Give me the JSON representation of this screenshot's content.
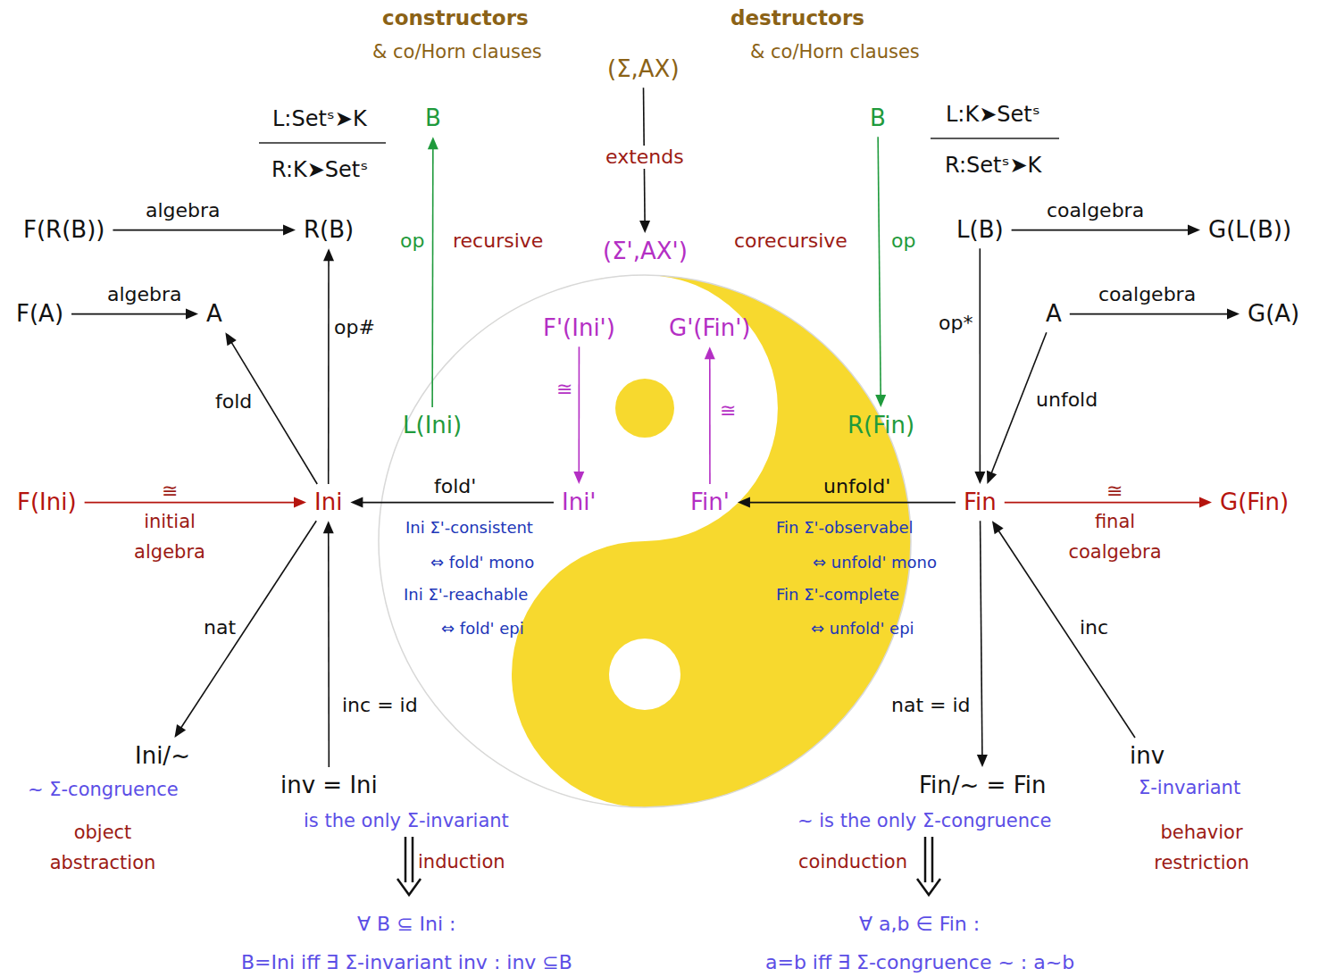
{
  "diagram": {
    "nodes": [
      {
        "text": [
          "(Σ,AX)"
        ]
      },
      {
        "text": [
          "(Σ',AX')"
        ]
      },
      {
        "text": [
          "B"
        ]
      },
      {
        "text": [
          "L(Ini)"
        ]
      },
      {
        "text": [
          "B"
        ]
      },
      {
        "text": [
          "R(Fin)"
        ]
      },
      {
        "text": [
          "F(R(B))"
        ]
      },
      {
        "text": [
          "R(B)"
        ]
      },
      {
        "text": [
          "F(A)"
        ]
      },
      {
        "text": [
          "A"
        ]
      },
      {
        "text": [
          "F(Ini)"
        ]
      },
      {
        "text": [
          "Ini"
        ]
      },
      {
        "text": [
          "Ini'"
        ]
      },
      {
        "text": [
          "F'(Ini')"
        ]
      },
      {
        "text": [
          "G'(Fin')"
        ]
      },
      {
        "text": [
          "Fin'"
        ]
      },
      {
        "text": [
          "Fin"
        ]
      },
      {
        "text": [
          "G(Fin)"
        ]
      },
      {
        "text": [
          "L(B)"
        ]
      },
      {
        "text": [
          "G(L(B))"
        ]
      },
      {
        "text": [
          "A"
        ]
      },
      {
        "text": [
          "G(A)"
        ]
      },
      {
        "text": [
          "Ini/~"
        ]
      },
      {
        "text": [
          "inv = Ini"
        ]
      },
      {
        "text": [
          "Fin/~ = Fin"
        ]
      },
      {
        "text": [
          "inv"
        ]
      }
    ],
    "edges": [
      {
        "from": 0,
        "to": 1,
        "arrow": "to",
        "label": "extends"
      },
      {
        "from": 3,
        "to": 2,
        "arrow": "to",
        "label": "op"
      },
      {
        "from": 4,
        "to": 5,
        "arrow": "to",
        "label": "op"
      },
      {
        "from": 6,
        "to": 7,
        "arrow": "to",
        "label": "algebra"
      },
      {
        "from": 8,
        "to": 9,
        "arrow": "to",
        "label": "algebra"
      },
      {
        "from": 11,
        "to": 9,
        "arrow": "to",
        "label": "fold"
      },
      {
        "from": 11,
        "to": 7,
        "arrow": "to",
        "label": "op#"
      },
      {
        "from": 10,
        "to": 11,
        "arrow": "to",
        "label": "≅"
      },
      {
        "from": 12,
        "to": 11,
        "arrow": "to",
        "label": "fold'"
      },
      {
        "from": 13,
        "to": 12,
        "arrow": "to",
        "label": "≅"
      },
      {
        "from": 15,
        "to": 14,
        "arrow": "to",
        "label": "≅"
      },
      {
        "from": 16,
        "to": 15,
        "arrow": "to",
        "label": "unfold'"
      },
      {
        "from": 16,
        "to": 17,
        "arrow": "to",
        "label": "≅"
      },
      {
        "from": 18,
        "to": 19,
        "arrow": "to",
        "label": "coalgebra"
      },
      {
        "from": 20,
        "to": 21,
        "arrow": "to",
        "label": "coalgebra"
      },
      {
        "from": 18,
        "to": 16,
        "arrow": "to",
        "label": "op*"
      },
      {
        "from": 20,
        "to": 16,
        "arrow": "to",
        "label": "unfold"
      },
      {
        "from": 11,
        "to": 22,
        "arrow": "to",
        "label": "nat"
      },
      {
        "from": 23,
        "to": 11,
        "arrow": "to",
        "label": "inc = id"
      },
      {
        "from": 16,
        "to": 24,
        "arrow": "to",
        "label": "nat = id"
      },
      {
        "from": 25,
        "to": 16,
        "arrow": "to",
        "label": "inc"
      }
    ],
    "labels": [
      "constructors",
      "& co/Horn clauses",
      "destructors",
      "& co/Horn clauses",
      "L:Setˢ➤K",
      "R:K➤Setˢ",
      "L:K➤Setˢ",
      "R:Setˢ➤K",
      "recursive",
      "corecursive",
      "initial algebra",
      "final coalgebra",
      "Ini Σ'-consistent",
      "⇔ fold' mono",
      "Ini Σ'-reachable",
      "⇔ fold' epi",
      "Fin Σ'-observabel",
      "⇔ unfold' mono",
      "Fin Σ'-complete",
      "⇔ unfold' epi",
      "~ Σ-congruence",
      "object abstraction",
      "is the only Σ-invariant",
      "induction",
      "~ is the only Σ-congruence",
      "coinduction",
      "Σ-invariant",
      "behavior restriction",
      "∀ B ⊆ Ini :",
      "B=Ini iff ∃ Σ-invariant inv : inv ⊆B",
      "∀ a,b ∈ Fin :",
      "a=b iff ∃ Σ-congruence ~ : a~b"
    ]
  }
}
